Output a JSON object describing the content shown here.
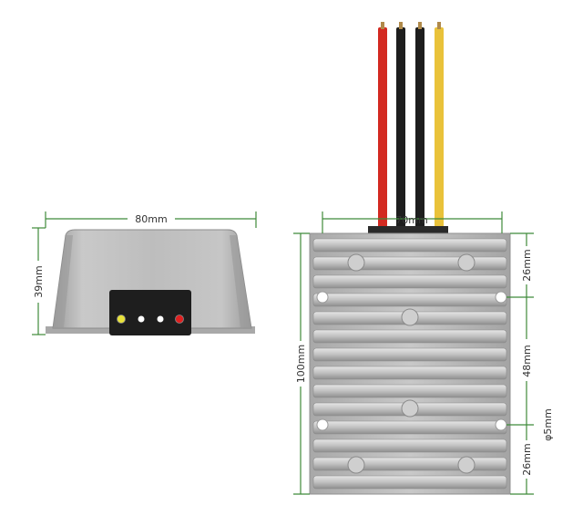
{
  "dimensions": {
    "front_width": "80mm",
    "front_height": "39mm",
    "top_width": "70mm",
    "top_length": "100mm",
    "hole_offset_top": "26mm",
    "hole_spacing": "48mm",
    "hole_offset_bottom": "26mm",
    "hole_diameter": "φ5mm"
  },
  "colors": {
    "dimension_line": "#3f8a3a",
    "wire_red": "#d32a21",
    "wire_black": "#1e1e1e",
    "wire_yellow": "#e9c23a",
    "led_yellow": "#e8e23a",
    "led_white": "#ffffff",
    "led_red": "#e02020",
    "housing": "#b8b8b8",
    "label_panel": "#1e1e1e"
  },
  "leds": [
    {
      "name": "yellow-led",
      "color": "#e8e23a"
    },
    {
      "name": "white-led-1",
      "color": "#ffffff"
    },
    {
      "name": "white-led-2",
      "color": "#ffffff"
    },
    {
      "name": "red-led",
      "color": "#e02020"
    }
  ],
  "wires": [
    {
      "name": "red-wire",
      "color": "#d32a21"
    },
    {
      "name": "black-wire-1",
      "color": "#1e1e1e"
    },
    {
      "name": "black-wire-2",
      "color": "#1e1e1e"
    },
    {
      "name": "yellow-wire",
      "color": "#e9c23a"
    }
  ]
}
